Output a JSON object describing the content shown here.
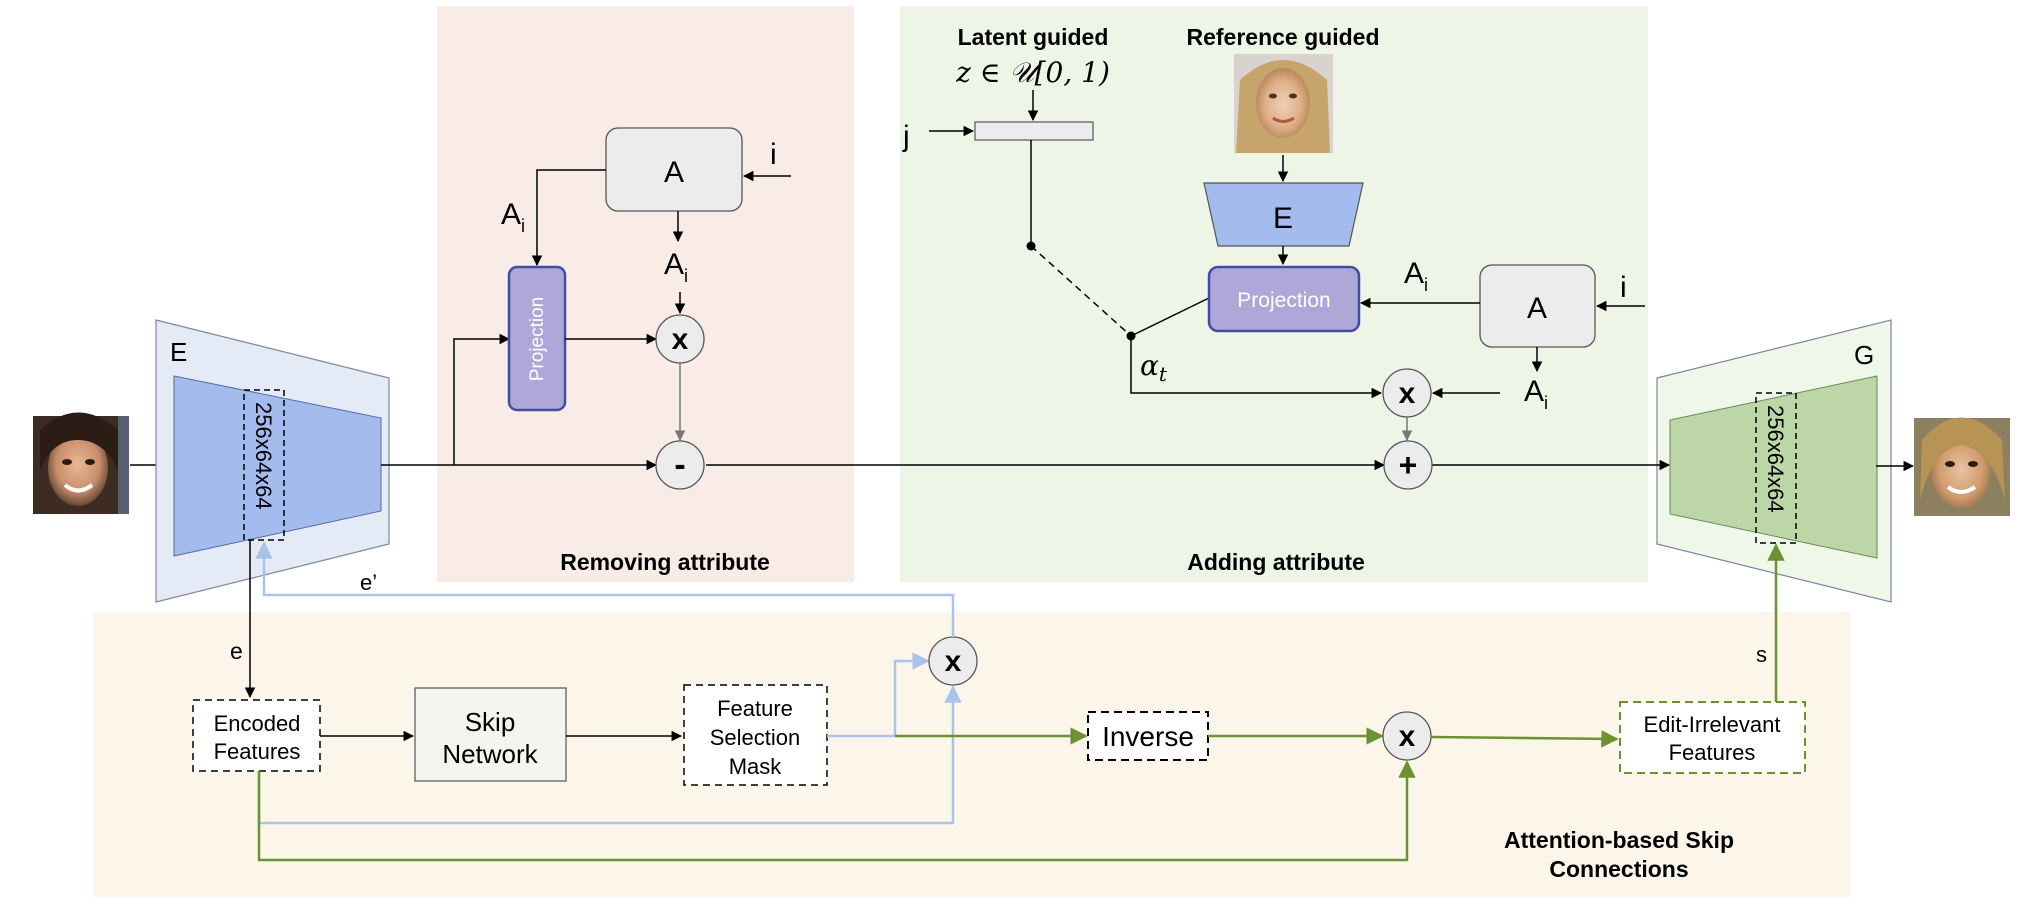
{
  "sections": {
    "removing": "Removing attribute",
    "adding": "Adding attribute",
    "latent_guided": "Latent guided",
    "reference_guided": "Reference guided",
    "skip_title_line1": "Attention-based Skip",
    "skip_title_line2": "Connections"
  },
  "latent_formula": "z ∈ 𝒰[0, 1)",
  "alpha": "α",
  "alpha_sub": "t",
  "encoder_label": "E",
  "generator_label": "G",
  "ref_encoder_label": "E",
  "tensor_shape": "256x64x64",
  "attribute_box": "A",
  "attr_index": "i",
  "attr_selector_index": "j",
  "attr_vector": "A",
  "attr_vector_sub": "i",
  "projection": "Projection",
  "ops": {
    "multiply": "x",
    "minus": "-",
    "plus": "+"
  },
  "edges": {
    "e": "e",
    "e_prime": "e’",
    "s": "s"
  },
  "skip_boxes": {
    "encoded_line1": "Encoded",
    "encoded_line2": "Features",
    "skip_line1": "Skip",
    "skip_line2": "Network",
    "mask_line1": "Feature",
    "mask_line2": "Selection",
    "mask_line3": "Mask",
    "inverse": "Inverse",
    "irrelevant_line1": "Edit-Irrelevant",
    "irrelevant_line2": "Features"
  },
  "colors": {
    "encoder_blue": "#a4bbee",
    "generator_green": "#bcd6a8",
    "projection_purple": "#ada8d8",
    "remove_bg": "#f9ebe6",
    "add_bg": "#eef5e7",
    "skip_bg": "#fcf6ea",
    "blue_line": "#a9c3ea",
    "green_line": "#6b9130"
  }
}
